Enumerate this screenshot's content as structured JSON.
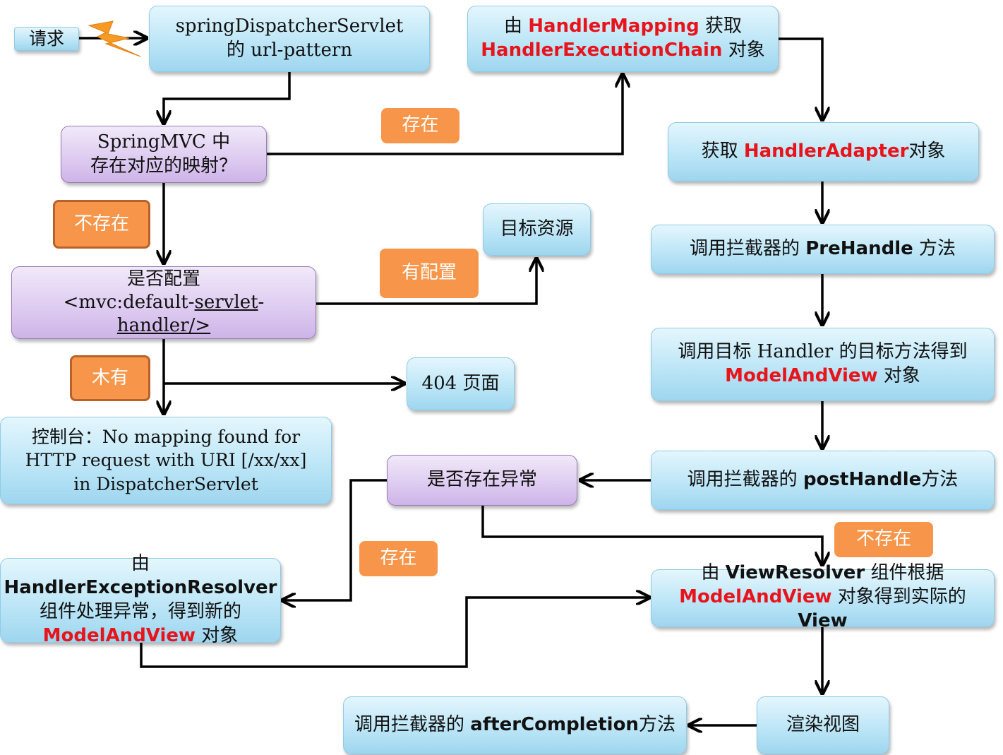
{
  "request_label": "请求",
  "dispatcher": {
    "line1": "springDispatcherServlet",
    "line2": "的 url-pattern"
  },
  "mapping_check": {
    "line1": "SpringMVC 中",
    "line2": "存在对应的映射？"
  },
  "handler_mapping": {
    "pre": "由 ",
    "class1": "HandlerMapping",
    "mid": " 获取",
    "class2": "HandlerExecutionChain",
    "post": " 对象"
  },
  "handler_adapter": {
    "pre": "获取 ",
    "class": "HandlerAdapter",
    "post": "对象"
  },
  "prehandle": {
    "pre": "调用拦截器的 ",
    "method": "PreHandle",
    "post": " 方法"
  },
  "invoke_handler": {
    "line1": "调用目标 Handler 的目标方法得到",
    "class": "ModelAndView",
    "post": " 对象"
  },
  "posthandle": {
    "pre": "调用拦截器的 ",
    "method": "postHandle",
    "post": "方法"
  },
  "exception_check": "是否存在异常",
  "default_servlet_check": {
    "line1": "是否配置",
    "line2_pre": "<mvc:default-",
    "line2_ul": "servlet",
    "line2_post": "-",
    "line3": "handler/>"
  },
  "target_resource": "目标资源",
  "page_404": "404 页面",
  "console_msg": {
    "line1": "控制台：No mapping found for",
    "line2": "HTTP request with URI [/xx/xx]",
    "line3": "in DispatcherServlet"
  },
  "exception_resolver": {
    "pre": "由 ",
    "class": "HandlerExceptionResolver",
    "line2": "组件处理异常，得到新的",
    "class2": "ModelAndView",
    "post": " 对象"
  },
  "view_resolver": {
    "pre": "由 ",
    "class": "ViewResolver",
    "mid": " 组件根据",
    "class2": "ModelAndView",
    "post": " 对象得到实际的",
    "class3": "View"
  },
  "render_view": "渲染视图",
  "after_completion": {
    "pre": "调用拦截器的 ",
    "method": "afterCompletion",
    "post": "方法"
  },
  "labels": {
    "exists_top": "存在",
    "not_exists_left": "不存在",
    "has_config": "有配置",
    "none": "木有",
    "exists_bottom": "存在",
    "not_exists_right": "不存在"
  },
  "colors": {
    "highlight": "#e8141b",
    "orange": "#f7964a",
    "blue_box": "#bde6f7",
    "purple_box": "#ddcaf0",
    "lightning": "#f59a23"
  }
}
